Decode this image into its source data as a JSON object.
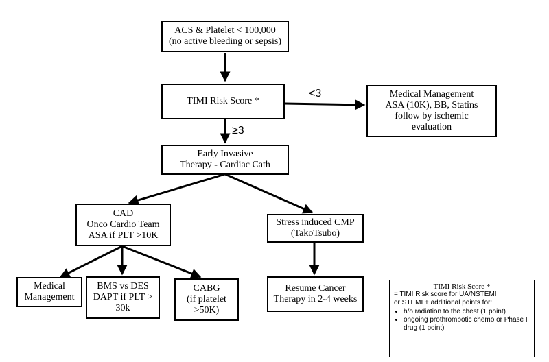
{
  "nodes": {
    "start": [
      "ACS & Platelet < 100,000",
      "(no active bleeding or sepsis)"
    ],
    "timi": [
      "TIMI Risk Score *"
    ],
    "medical_right": [
      "Medical Management",
      "ASA (10K), BB, Statins",
      "follow by ischemic",
      "evaluation"
    ],
    "early": [
      "Early Invasive",
      "Therapy - Cardiac Cath"
    ],
    "cad": [
      "CAD",
      "Onco Cardio Team",
      "ASA if  PLT >10K"
    ],
    "stress": [
      "Stress induced CMP",
      "(TakoTsubo)"
    ],
    "medical_bottom": [
      "Medical",
      "Management"
    ],
    "bms": [
      "BMS vs DES",
      "DAPT if PLT >",
      "30k"
    ],
    "cabg": [
      "CABG",
      "(if platelet",
      ">50K)"
    ],
    "resume": [
      "Resume Cancer",
      "Therapy in 2-4 weeks"
    ]
  },
  "edge_labels": {
    "lt3": "<3",
    "ge3": "≥3"
  },
  "note": {
    "title": "TIMI  Risk Score *",
    "lines": [
      "= TIMI Risk score for UA/NSTEMI",
      "or STEMI + additional points for:"
    ],
    "bullets": [
      "h/o radiation to the chest (1 point)",
      "ongoing prothrombotic chemo or Phase I drug (1 point)"
    ]
  }
}
